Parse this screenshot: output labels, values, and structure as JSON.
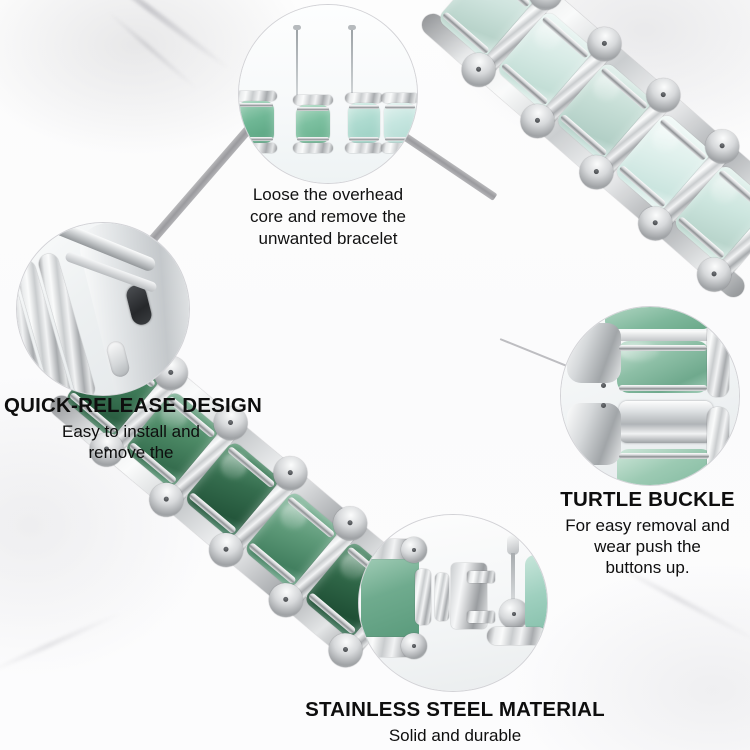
{
  "page": {
    "type": "product-infographic",
    "product": "Stone bead stainless steel watch bracelet",
    "background_color": "#fdfdfd",
    "background_style": "white marble"
  },
  "callouts": [
    {
      "id": "loose-core",
      "title": "",
      "caption": "Loose the overhead\ncore and remove the\nunwanted bracelet",
      "caption_lines": [
        "Loose the overhead",
        "core and remove the",
        "unwanted bracelet"
      ],
      "circle_label": "separated bracelet links and pin tools"
    },
    {
      "id": "quick-release",
      "title": "QUICK-RELEASE DESIGN",
      "caption_lines": [
        "Easy to install and",
        "remove the"
      ],
      "circle_label": "watch lug quick release spring bar close-up"
    },
    {
      "id": "turtle-buckle",
      "title": "TURTLE BUCKLE",
      "caption_lines": [
        "For easy removal and",
        "wear push the",
        "buttons up."
      ],
      "circle_label": "folding clasp buckle close-up"
    },
    {
      "id": "stainless-steel",
      "title": "STAINLESS STEEL MATERIAL",
      "caption_lines": [
        "Solid and durable"
      ],
      "circle_label": "disassembled steel link components"
    }
  ],
  "colors": {
    "stone_light": "#cfe4de",
    "stone_pale": "#dceeea",
    "stone_mint": "#bcd9d0",
    "stone_green": "#5f9b7c",
    "stone_deep_green": "#35704f",
    "metal_light": "#f2f3f4",
    "metal_mid": "#b9bcbe",
    "metal_dark": "#8b8e91",
    "connector": "#a9a9ad",
    "text": "#0e0e0e",
    "circle_border": "#d2d2d6"
  },
  "bracelets": [
    {
      "id": "upper-right-bracelet",
      "description": "pale aqua mint stone bracelet running diagonally",
      "stone_colors": [
        "#cfe4de",
        "#d8ebe6",
        "#c6ded6",
        "#dff0ec",
        "#cde6df",
        "#c2dcd4"
      ]
    },
    {
      "id": "lower-left-bracelet",
      "description": "deep jade green stone bracelet running diagonally",
      "stone_colors": [
        "#3e7a58",
        "#4d8a66",
        "#356d4e",
        "#5e9a79",
        "#2f6647",
        "#55906f"
      ]
    }
  ]
}
